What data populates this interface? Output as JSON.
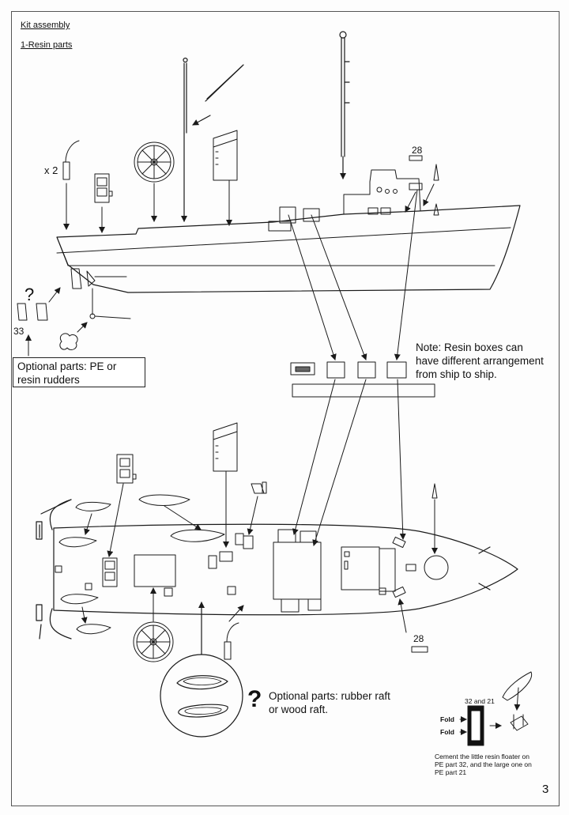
{
  "heading": {
    "section": "Kit assembly",
    "subsection": "1-Resin parts"
  },
  "labels": {
    "x2": "x 2",
    "part_28_top": "28",
    "part_28_bottom": "28",
    "part_33": "33",
    "question": "?",
    "question_raft": "?"
  },
  "notes": {
    "rudders": "Optional parts: PE or resin rudders",
    "resin_boxes": "Note: Resin boxes can have different arrangement from ship to ship.",
    "raft": "Optional parts: rubber raft or wood raft."
  },
  "inset": {
    "parts": "32 and 21",
    "fold_1": "Fold",
    "fold_2": "Fold",
    "caption": "Cement the little resin floater on PE part 32, and the large one on PE part 21"
  },
  "page_number": "3"
}
